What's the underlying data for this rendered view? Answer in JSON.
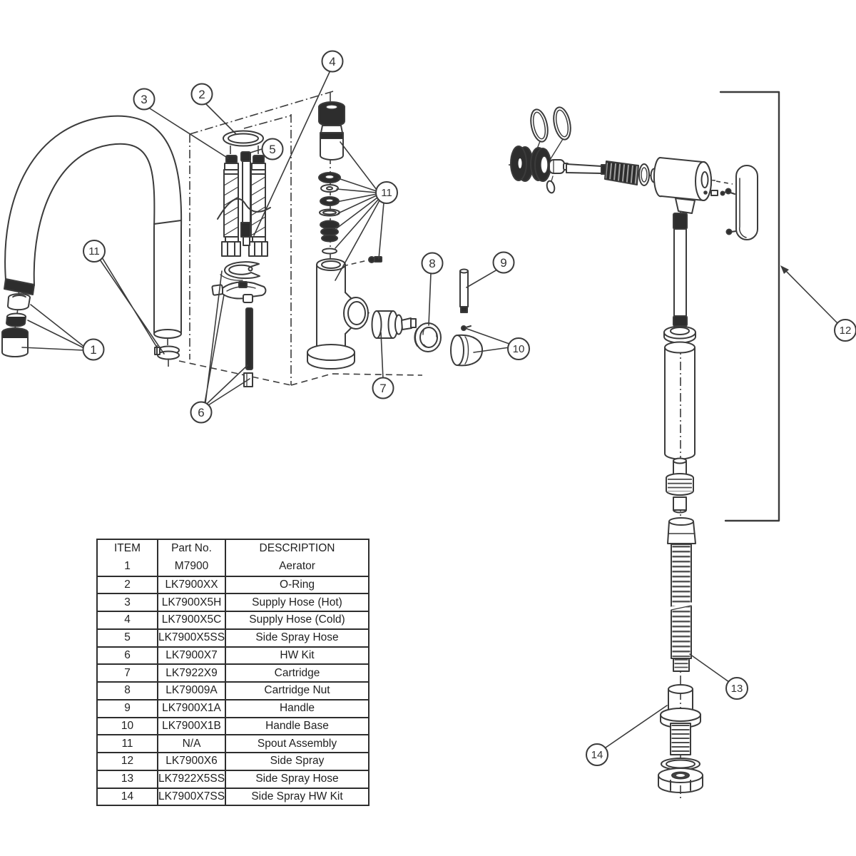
{
  "callouts": {
    "c1": "1",
    "c2": "2",
    "c3": "3",
    "c4": "4",
    "c5": "5",
    "c6": "6",
    "c7": "7",
    "c8": "8",
    "c9": "9",
    "c10": "10",
    "c11": "11",
    "c12": "12",
    "c13": "13",
    "c14": "14"
  },
  "parts_table": {
    "headers": [
      "ITEM",
      "Part No.",
      "DESCRIPTION"
    ],
    "rows": [
      [
        "1",
        "M7900",
        "Aerator"
      ],
      [
        "2",
        "LK7900XX",
        "O-Ring"
      ],
      [
        "3",
        "LK7900X5H",
        "Supply Hose (Hot)"
      ],
      [
        "4",
        "LK7900X5C",
        "Supply Hose (Cold)"
      ],
      [
        "5",
        "LK7900X5SS",
        "Side Spray Hose"
      ],
      [
        "6",
        "LK7900X7",
        "HW Kit"
      ],
      [
        "7",
        "LK7922X9",
        "Cartridge"
      ],
      [
        "8",
        "LK79009A",
        "Cartridge Nut"
      ],
      [
        "9",
        "LK7900X1A",
        "Handle"
      ],
      [
        "10",
        "LK7900X1B",
        "Handle Base"
      ],
      [
        "11",
        "N/A",
        "Spout Assembly"
      ],
      [
        "12",
        "LK7900X6",
        "Side Spray"
      ],
      [
        "13",
        "LK7922X5SS",
        "Side Spray Hose"
      ],
      [
        "14",
        "LK7900X7SS",
        "Side Spray HW Kit"
      ]
    ]
  },
  "colors": {
    "line": "#3b3b3b",
    "dark_fill": "#2d2d2d",
    "background": "#ffffff"
  }
}
